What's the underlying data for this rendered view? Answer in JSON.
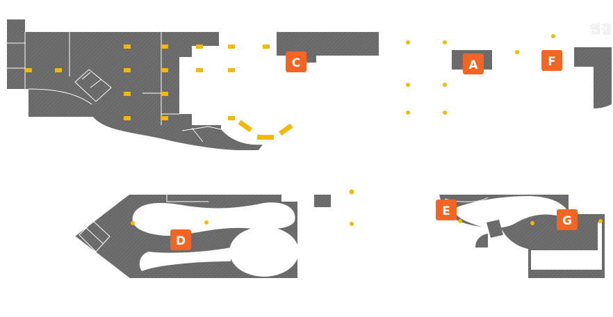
{
  "colors": {
    "building": "#6e6e6e",
    "hatch": "#5e5e5e",
    "lines": "#ffffff",
    "marker": "#f5b800",
    "badge": "#f26522",
    "badge_text": "#ffffff",
    "watermark": "#eeeeee"
  },
  "map": {
    "zones": [
      {
        "id": "A",
        "label": "A"
      },
      {
        "id": "C",
        "label": "C"
      },
      {
        "id": "D",
        "label": "D"
      },
      {
        "id": "E",
        "label": "E"
      },
      {
        "id": "F",
        "label": "F"
      },
      {
        "id": "G",
        "label": "G"
      }
    ],
    "watermark": "웹갤"
  }
}
